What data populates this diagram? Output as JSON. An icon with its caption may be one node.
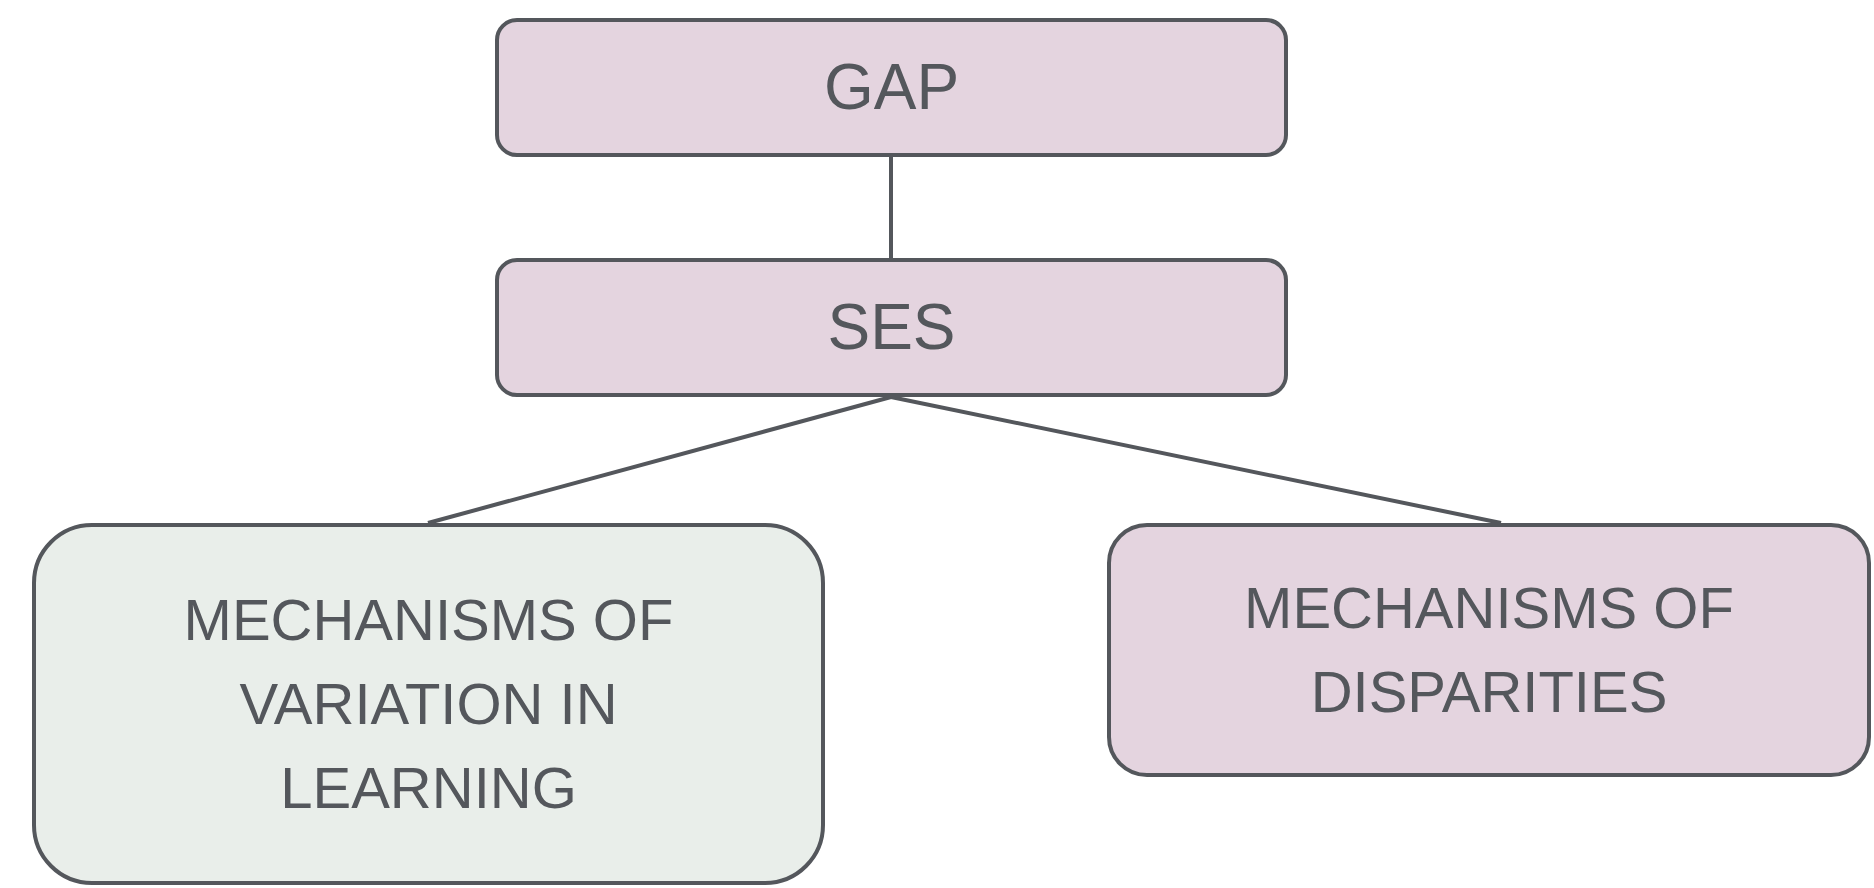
{
  "diagram": {
    "nodes": [
      {
        "text": [
          "GAP"
        ]
      },
      {
        "text": [
          "SES"
        ]
      },
      {
        "text": [
          "MECHANISMS OF VARIATION IN LEARNING"
        ]
      },
      {
        "text": [
          "MECHANISMS OF DISPARITIES"
        ]
      }
    ],
    "edges": [
      {
        "from": 0,
        "to": 1,
        "arrow": "none"
      },
      {
        "from": 1,
        "to": 2,
        "arrow": "none"
      },
      {
        "from": 1,
        "to": 3,
        "arrow": "none"
      }
    ]
  }
}
